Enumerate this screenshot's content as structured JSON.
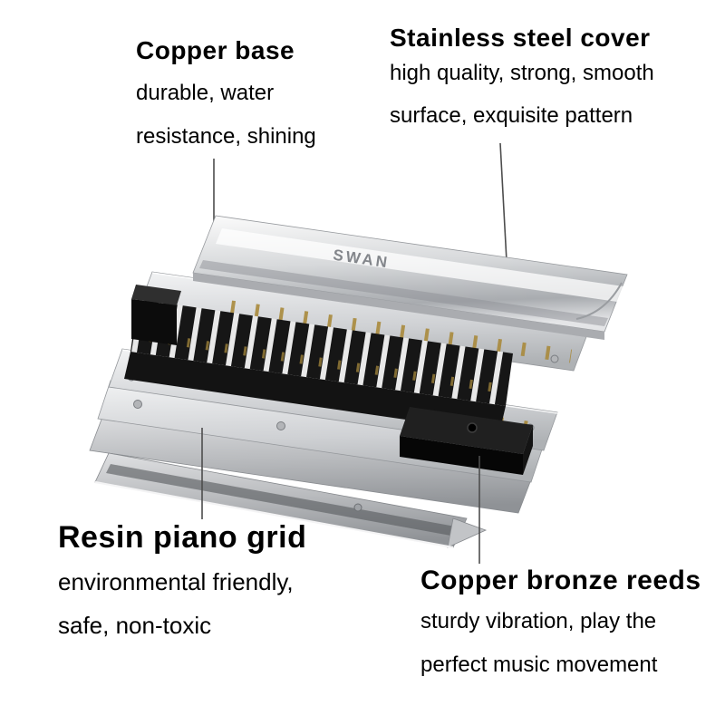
{
  "labels": {
    "copper_base": {
      "title": "Copper base",
      "lines": [
        "durable, water",
        "resistance, shining"
      ]
    },
    "stainless_steel_cover": {
      "title": "Stainless steel cover",
      "lines": [
        "high quality, strong, smooth",
        "surface, exquisite pattern"
      ]
    },
    "resin_piano_grid": {
      "title": "Resin piano grid",
      "lines": [
        "environmental friendly,",
        "safe, non-toxic"
      ]
    },
    "copper_bronze_reeds": {
      "title": "Copper bronze reeds",
      "lines": [
        "sturdy vibration, play the",
        "perfect music movement"
      ]
    }
  },
  "product": {
    "brand": "SWAN"
  },
  "colors": {
    "background": "#ffffff",
    "text": "#000000",
    "steel_light": "#e9eaec",
    "steel_mid": "#c6c8cb",
    "steel_dark": "#94979b",
    "comb_black": "#141414",
    "reed_gold": "#a8893c",
    "callout_line": "#4d4d4d"
  }
}
